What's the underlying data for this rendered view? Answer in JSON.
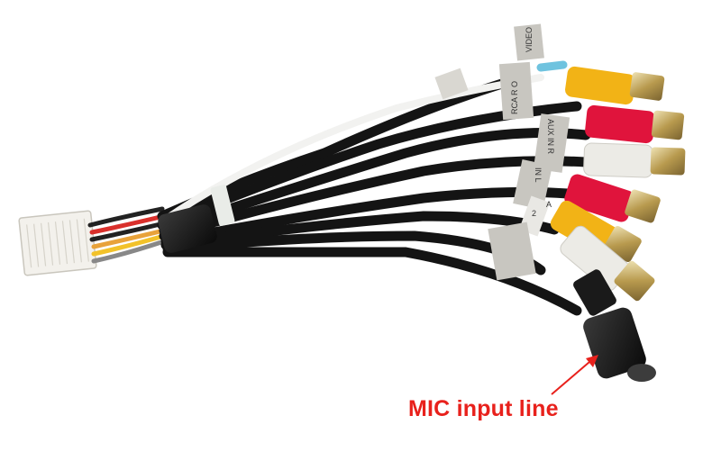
{
  "annotation": {
    "text": "MIC input line",
    "color": "#e8211c"
  },
  "cable_labels": {
    "video": "VIDEO",
    "rca_r": "RCA R O",
    "aux_in_r": "AUX IN R",
    "aux_in_l": "IN L",
    "tag_2": "2",
    "tag_a": "A"
  },
  "colors": {
    "cable": "#141414",
    "yellow": "#f2b316",
    "red": "#e0143c",
    "white": "#ecebe6",
    "connector_block": "#f3f1ec",
    "blue_plug": "#6fc3df",
    "label_tag": "#c8c6c0"
  }
}
